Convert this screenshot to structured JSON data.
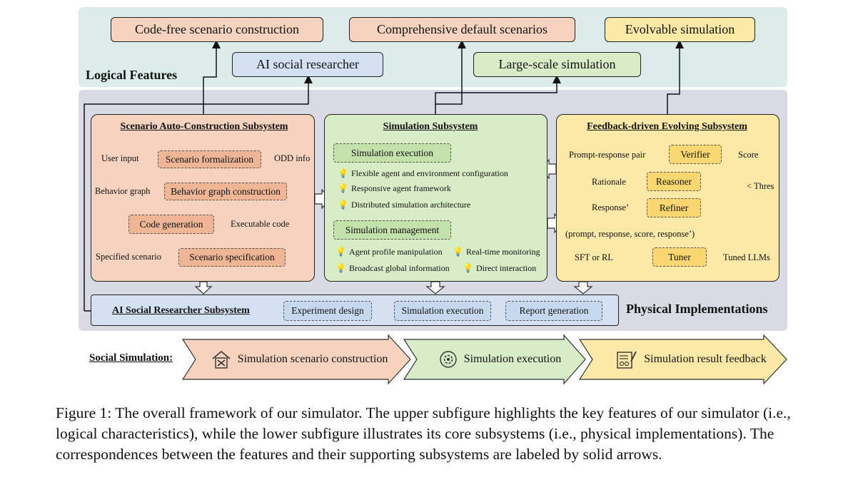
{
  "logical": {
    "label": "Logical Features",
    "features": {
      "code_free": "Code-free scenario construction",
      "comprehensive": "Comprehensive default scenarios",
      "evolvable": "Evolvable simulation",
      "ai_researcher": "AI social researcher",
      "large_scale": "Large-scale simulation"
    }
  },
  "physical": {
    "label": "Physical Implementations"
  },
  "scenario": {
    "title": "Scenario Auto-Construction Subsystem",
    "user_input": "User input",
    "formalization": "Scenario formalization",
    "odd_info": "ODD info",
    "behavior_graph": "Behavior graph",
    "graph_construction": "Behavior graph construction",
    "code_generation": "Code generation",
    "executable_code": "Executable code",
    "specified_scenario": "Specified scenario",
    "specification": "Scenario specification"
  },
  "simulation": {
    "title": "Simulation Subsystem",
    "execution_header": "Simulation execution",
    "execution_items": [
      "Flexible agent and environment configuration",
      "Responsive agent framework",
      "Distributed simulation architecture"
    ],
    "management_header": "Simulation management",
    "management_items": [
      "Agent profile manipulation",
      "Real-time monitoring",
      "Broadcast global information",
      "Direct interaction"
    ]
  },
  "feedback": {
    "title": "Feedback-driven Evolving Subsystem",
    "prompt_pair": "Prompt-response pair",
    "verifier": "Verifier",
    "score": "Score",
    "rationale": "Rationale",
    "reasoner": "Reasoner",
    "thres": "< Thres",
    "response_prime": "Response’",
    "refiner": "Refiner",
    "tuple": "(prompt, response, score, response’)",
    "sft": "SFT or RL",
    "tuner": "Tuner",
    "tuned": "Tuned LLMs"
  },
  "researcher": {
    "title": "AI Social Researcher Subsystem",
    "steps": [
      "Experiment design",
      "Simulation execution",
      "Report generation"
    ]
  },
  "social": {
    "label": "Social Simulation:",
    "stages": [
      "Simulation scenario construction",
      "Simulation execution",
      "Simulation result feedback"
    ]
  },
  "caption": "Figure 1:  The overall framework of our simulator. The upper subfigure highlights the key features of our simulator (i.e., logical characteristics), while the lower subfigure illustrates its core subsystems (i.e., physical implementations). The correspondences between the features and their supporting subsystems are labeled by solid arrows.",
  "colors": {
    "orange": "#f6d3bf",
    "green": "#d7ecc7",
    "yellow": "#fde9a7",
    "blue": "#d3e1f3",
    "logical_bg": "#dcece8",
    "physical_bg": "#d9dbe4"
  }
}
